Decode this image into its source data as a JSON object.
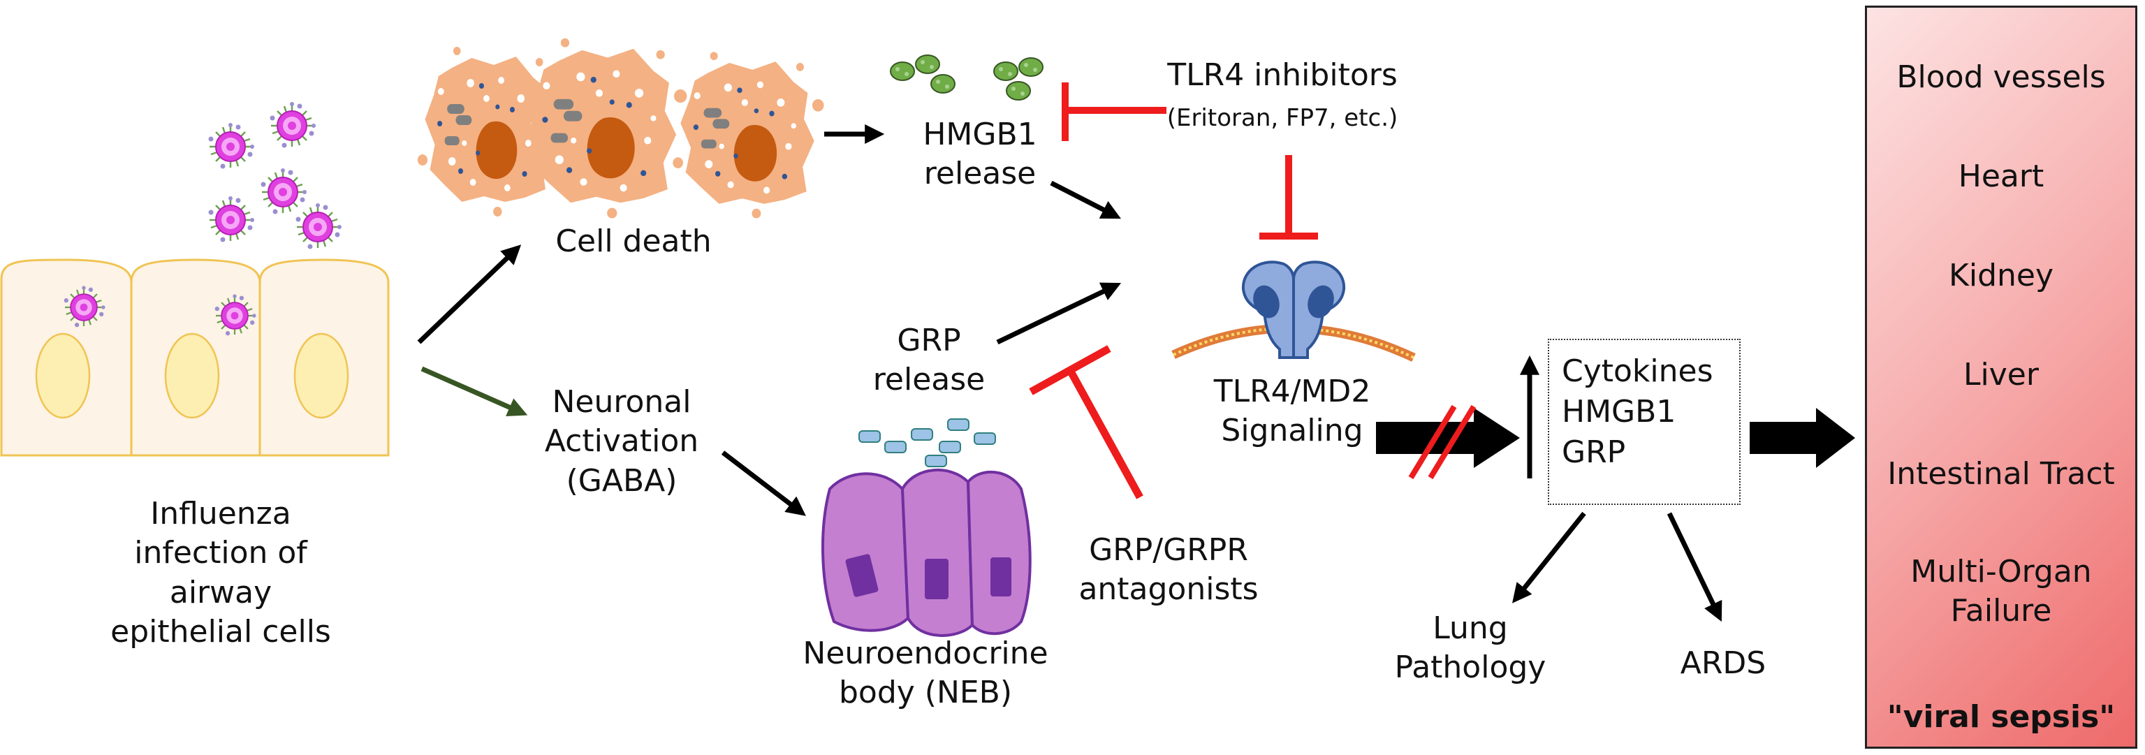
{
  "colors": {
    "arrow": "#000000",
    "inhibitor": "#ee1c1c",
    "green_arrow": "#375623",
    "cell_death": "#f4b183",
    "cell_nucleus": "#c55a11",
    "epithelium": "#fdf3e6",
    "epithelium_nucleus": "#fdefb2",
    "virus": "#e040e0",
    "neuroendocrine": "#c47fd0",
    "receptor": "#8faadc",
    "hmgb1": "#70ad47",
    "grp": "#9dc3e6",
    "organ_panel": "#ee6a6a"
  },
  "labels": {
    "influenza": "Influenza infection of airway epithelial cells",
    "cell_death": "Cell death",
    "hmgb1_release": "HMGB1 release",
    "tlr4_inhibitors": "TLR4 inhibitors",
    "tlr4_inhibitors_examples": "(Eritoran, FP7, etc.)",
    "neuronal_activation": "Neuronal Activation (GABA)",
    "grp_release": "GRP release",
    "neb": "Neuroendocrine body (NEB)",
    "grp_antagonists": "GRP/GRPR antagonists",
    "tlr4_signaling": "TLR4/MD2 Signaling",
    "lung_pathology": "Lung Pathology",
    "ards": "ARDS"
  },
  "mediators": [
    "Cytokines",
    "HMGB1",
    "GRP"
  ],
  "organs": [
    "Blood vessels",
    "Heart",
    "Kidney",
    "Liver",
    "Intestinal Tract",
    "Multi-Organ Failure"
  ],
  "outcome": "\"viral sepsis\""
}
